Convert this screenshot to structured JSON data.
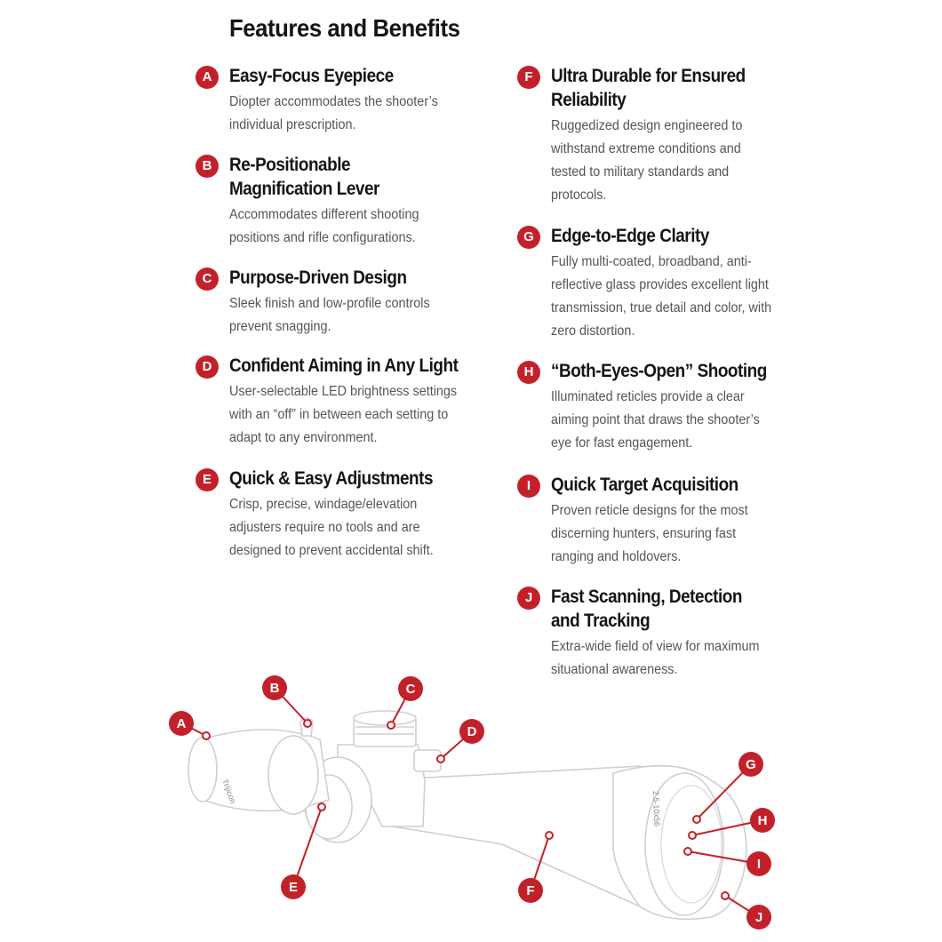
{
  "title": "Features and Benefits",
  "accent_color": "#c3212a",
  "features": [
    {
      "letter": "A",
      "heading": "Easy-Focus Eyepiece",
      "body": "Diopter accommodates the shooter’s individual prescription."
    },
    {
      "letter": "B",
      "heading": "Re-Positionable Magnification Lever",
      "body": "Accommodates different shooting positions and rifle configurations."
    },
    {
      "letter": "C",
      "heading": "Purpose-Driven Design",
      "body": "Sleek finish and low-profile controls prevent snagging."
    },
    {
      "letter": "D",
      "heading": "Confident Aiming in Any Light",
      "body": "User-selectable LED brightness settings with an “off” in between each setting to adapt to any environment."
    },
    {
      "letter": "E",
      "heading": "Quick & Easy Adjustments",
      "body": "Crisp, precise, windage/elevation adjusters require no tools and are designed to prevent accidental shift."
    },
    {
      "letter": "F",
      "heading": "Ultra Durable for Ensured Reliability",
      "body": "Ruggedized design engineered to withstand extreme conditions and tested to military standards and protocols."
    },
    {
      "letter": "G",
      "heading": "Edge-to-Edge Clarity",
      "body": "Fully multi-coated, broadband, anti-reflective glass provides excellent light transmission, true detail and color, with zero distortion."
    },
    {
      "letter": "H",
      "heading": "“Both-Eyes-Open” Shooting",
      "body": "Illuminated reticles provide a clear aiming point that draws the shooter’s eye for fast engagement."
    },
    {
      "letter": "I",
      "heading": "Quick Target Acquisition",
      "body": "Proven reticle designs for the most discerning hunters, ensuring fast ranging and holdovers."
    },
    {
      "letter": "J",
      "heading": "Fast Scanning, Detection and Tracking",
      "body": "Extra-wide field of view for maximum situational awareness."
    }
  ],
  "diagram": {
    "brand_text": "Trijicon",
    "model_text": "2.5-10x56",
    "callouts": [
      "A",
      "B",
      "C",
      "D",
      "E",
      "F",
      "G",
      "H",
      "I",
      "J"
    ]
  }
}
